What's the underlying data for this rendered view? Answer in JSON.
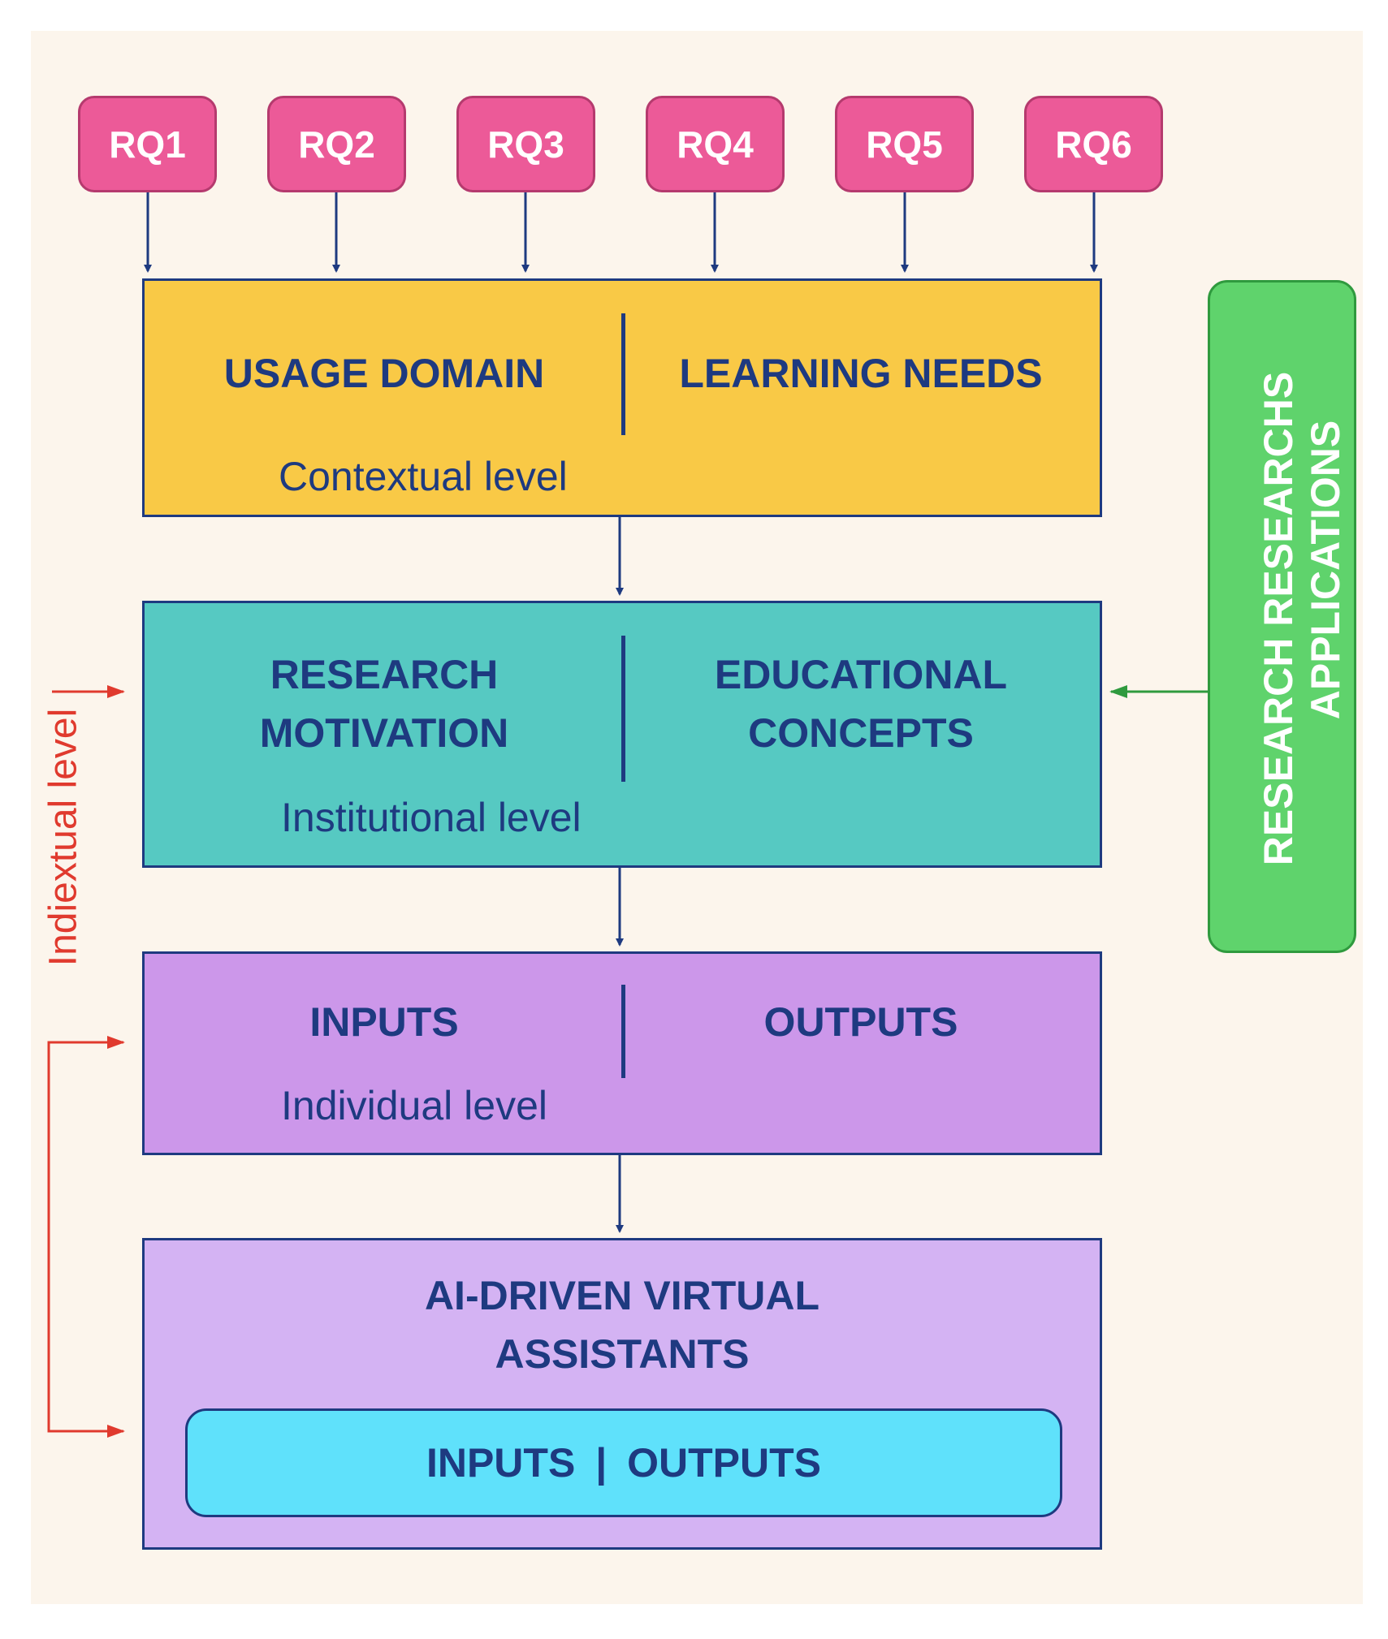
{
  "research_questions": [
    "RQ1",
    "RQ2",
    "RQ3",
    "RQ4",
    "RQ5",
    "RQ6"
  ],
  "levels": {
    "contextual": {
      "left_heading": "USAGE DOMAIN",
      "right_heading": "LEARNING NEEDS",
      "label": "Contextual level",
      "color": "#f9c946"
    },
    "institutional": {
      "left_heading_lines": [
        "RESEARCH",
        "MOTIVATION"
      ],
      "right_heading_lines": [
        "EDUCATIONAL",
        "CONCEPTS"
      ],
      "label": "Institutional level",
      "color": "#56c9c2"
    },
    "individual": {
      "left_heading": "INPUTS",
      "right_heading": "OUTPUTS",
      "label": "Individual level",
      "color": "#cc97ea"
    },
    "assistants": {
      "heading_lines": [
        "AI-DRIVEN VIRTUAL",
        "ASSISTANTS"
      ],
      "inner_left": "INPUTS",
      "inner_separator": "|",
      "inner_right": "OUTPUTS",
      "color": "#d4b3f3",
      "inner_color": "#5fe1fb"
    }
  },
  "side_box": {
    "line_1": "RESEARCH   RESEARCHS",
    "line_2": "APPLICATIONS",
    "color": "#5fd36c"
  },
  "left_label": "Indiextual level",
  "colors": {
    "rq_fill": "#ec5a98",
    "text": "#1e3a80",
    "left_arrows": "#e03a2e",
    "side_arrow": "#2f9a3e",
    "background": "#fcf5ec"
  }
}
